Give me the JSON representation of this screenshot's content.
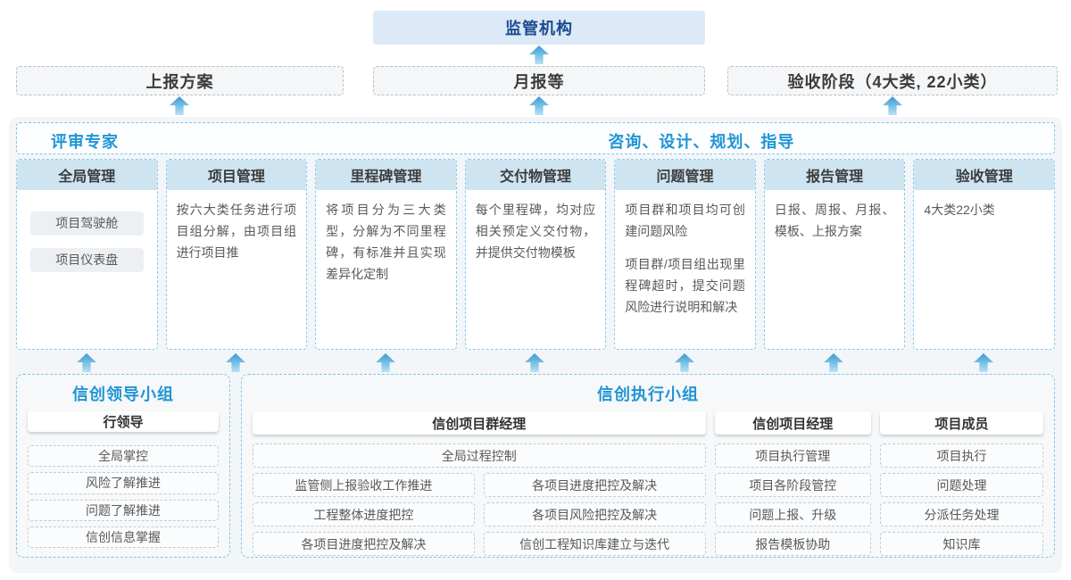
{
  "colors": {
    "accent_blue": "#2095d5",
    "navy_title": "#1b4a91",
    "arrow_blue": "#3f98d2",
    "column_header_bg": "#cfe4f1",
    "container_bg": "#f3f6f8",
    "dashed_blue_border": "#82c4e8"
  },
  "top": {
    "regulator_label": "监管机构"
  },
  "report_row": [
    {
      "label": "上报方案"
    },
    {
      "label": "月报等"
    },
    {
      "label": "验收阶段（4大类, 22小类）"
    }
  ],
  "middle": {
    "left_title": "评审专家",
    "right_title": "咨询、设计、规划、指导",
    "columns": [
      {
        "title": "全局管理",
        "chips": [
          "项目驾驶舱",
          "项目仪表盘"
        ]
      },
      {
        "title": "项目管理",
        "paragraphs": [
          "按六大类任务进行项目组分解，由项目组进行项目推"
        ]
      },
      {
        "title": "里程碑管理",
        "paragraphs": [
          "将项目分为三大类型，分解为不同里程碑，有标准并且实现差异化定制"
        ]
      },
      {
        "title": "交付物管理",
        "paragraphs": [
          "每个里程碑，均对应相关预定义交付物，并提供交付物模板"
        ]
      },
      {
        "title": "问题管理",
        "paragraphs": [
          "项目群和项目均可创建问题风险",
          "项目群/项目组出现里程碑超时，提交问题风险进行说明和解决"
        ]
      },
      {
        "title": "报告管理",
        "paragraphs": [
          "日报、周报、月报、模板、上报方案"
        ]
      },
      {
        "title": "验收管理",
        "paragraphs": [
          "4大类22小类"
        ]
      }
    ]
  },
  "bottom": {
    "leader_group": {
      "title": "信创领导小组",
      "role": "行领导",
      "items": [
        "全局掌控",
        "风险了解推进",
        "问题了解推进",
        "信创信息掌握"
      ]
    },
    "exec_group": {
      "title": "信创执行小组",
      "roles": [
        "信创项目群经理",
        "信创项目经理",
        "项目成员"
      ],
      "pm_group_wide": "全局过程控制",
      "pm_group_col1": [
        "监管侧上报验收工作推进",
        "工程整体进度把控",
        "各项目进度把控及解决"
      ],
      "pm_group_col2": [
        "各项目进度把控及解决",
        "各项目风险把控及解决",
        "信创工程知识库建立与迭代"
      ],
      "pm_items": [
        "项目执行管理",
        "项目各阶段管控",
        "问题上报、升级",
        "报告模板协助"
      ],
      "member_items": [
        "项目执行",
        "问题处理",
        "分派任务处理",
        "知识库"
      ]
    }
  }
}
